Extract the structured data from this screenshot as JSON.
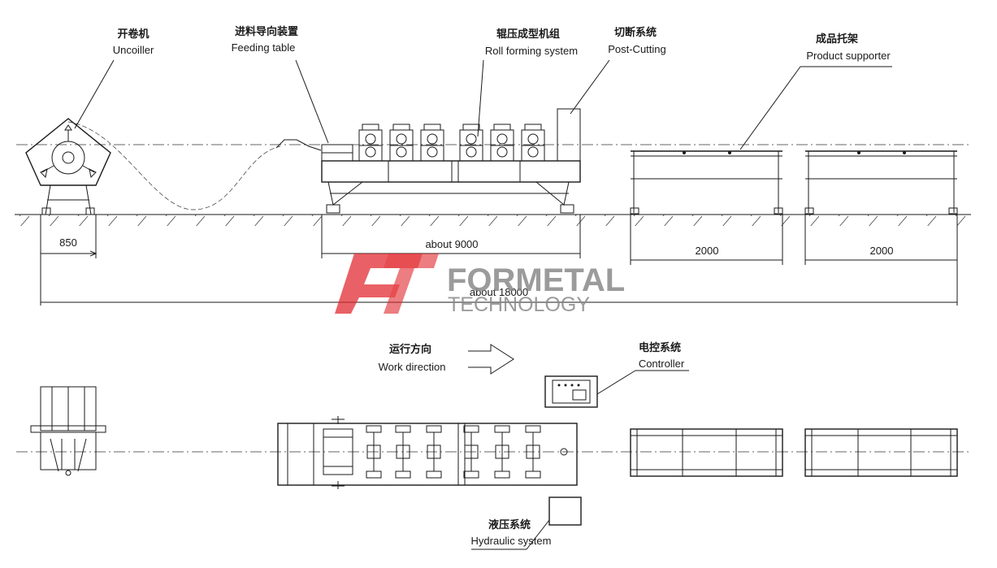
{
  "labels": {
    "uncoiller": {
      "zh": "开卷机",
      "en": "Uncoiller"
    },
    "feeding_table": {
      "zh": "进料导向装置",
      "en": "Feeding table"
    },
    "roll_forming": {
      "zh": "辊压成型机组",
      "en": "Roll forming system"
    },
    "post_cutting": {
      "zh": "切断系统",
      "en": "Post-Cutting"
    },
    "product_supporter": {
      "zh": "成品托架",
      "en": "Product supporter"
    },
    "work_direction": {
      "zh": "运行方向",
      "en": "Work direction"
    },
    "controller": {
      "zh": "电控系统",
      "en": "Controller"
    },
    "hydraulic": {
      "zh": "液压系统",
      "en": "Hydraulic system"
    }
  },
  "dimensions": {
    "uncoiller_width": "850",
    "machine_length": "about 9000",
    "supporter_1": "2000",
    "supporter_2": "2000",
    "total_length": "about 18000"
  },
  "watermark": {
    "name": "FORMETAL",
    "sub": "TECHNOLOGY",
    "colors": {
      "red": "#e0262b",
      "gray": "#8a8a8a"
    }
  }
}
